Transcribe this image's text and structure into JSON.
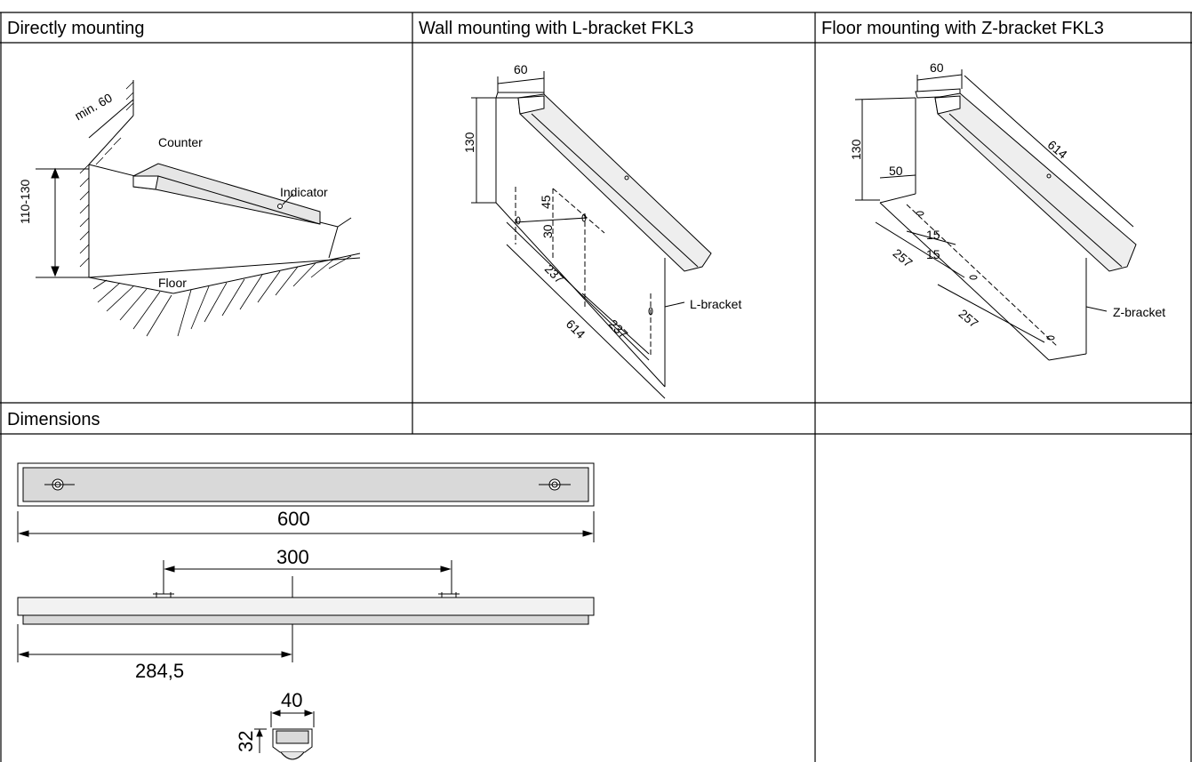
{
  "headers": {
    "col1": "Directly mounting",
    "col2": "Wall mounting with L-bracket FKL3",
    "col3": "Floor mounting with Z-bracket FKL3",
    "dimensions": "Dimensions"
  },
  "direct": {
    "min": "min. 60",
    "counter": "Counter",
    "indicator": "Indicator",
    "height": "110-130",
    "floor": "Floor"
  },
  "wall": {
    "w60": "60",
    "h130": "130",
    "d45": "45",
    "d30": "30",
    "d237a": "237",
    "d237b": "237",
    "d614": "614",
    "bracket": "L-bracket"
  },
  "floorm": {
    "w60": "60",
    "h130": "130",
    "d50": "50",
    "d614": "614",
    "d15a": "15",
    "d15b": "15",
    "d257a": "257",
    "d257b": "257",
    "bracket": "Z-bracket"
  },
  "dims": {
    "d600": "600",
    "d300": "300",
    "d284": "284,5",
    "d40": "40",
    "d32": "32"
  }
}
